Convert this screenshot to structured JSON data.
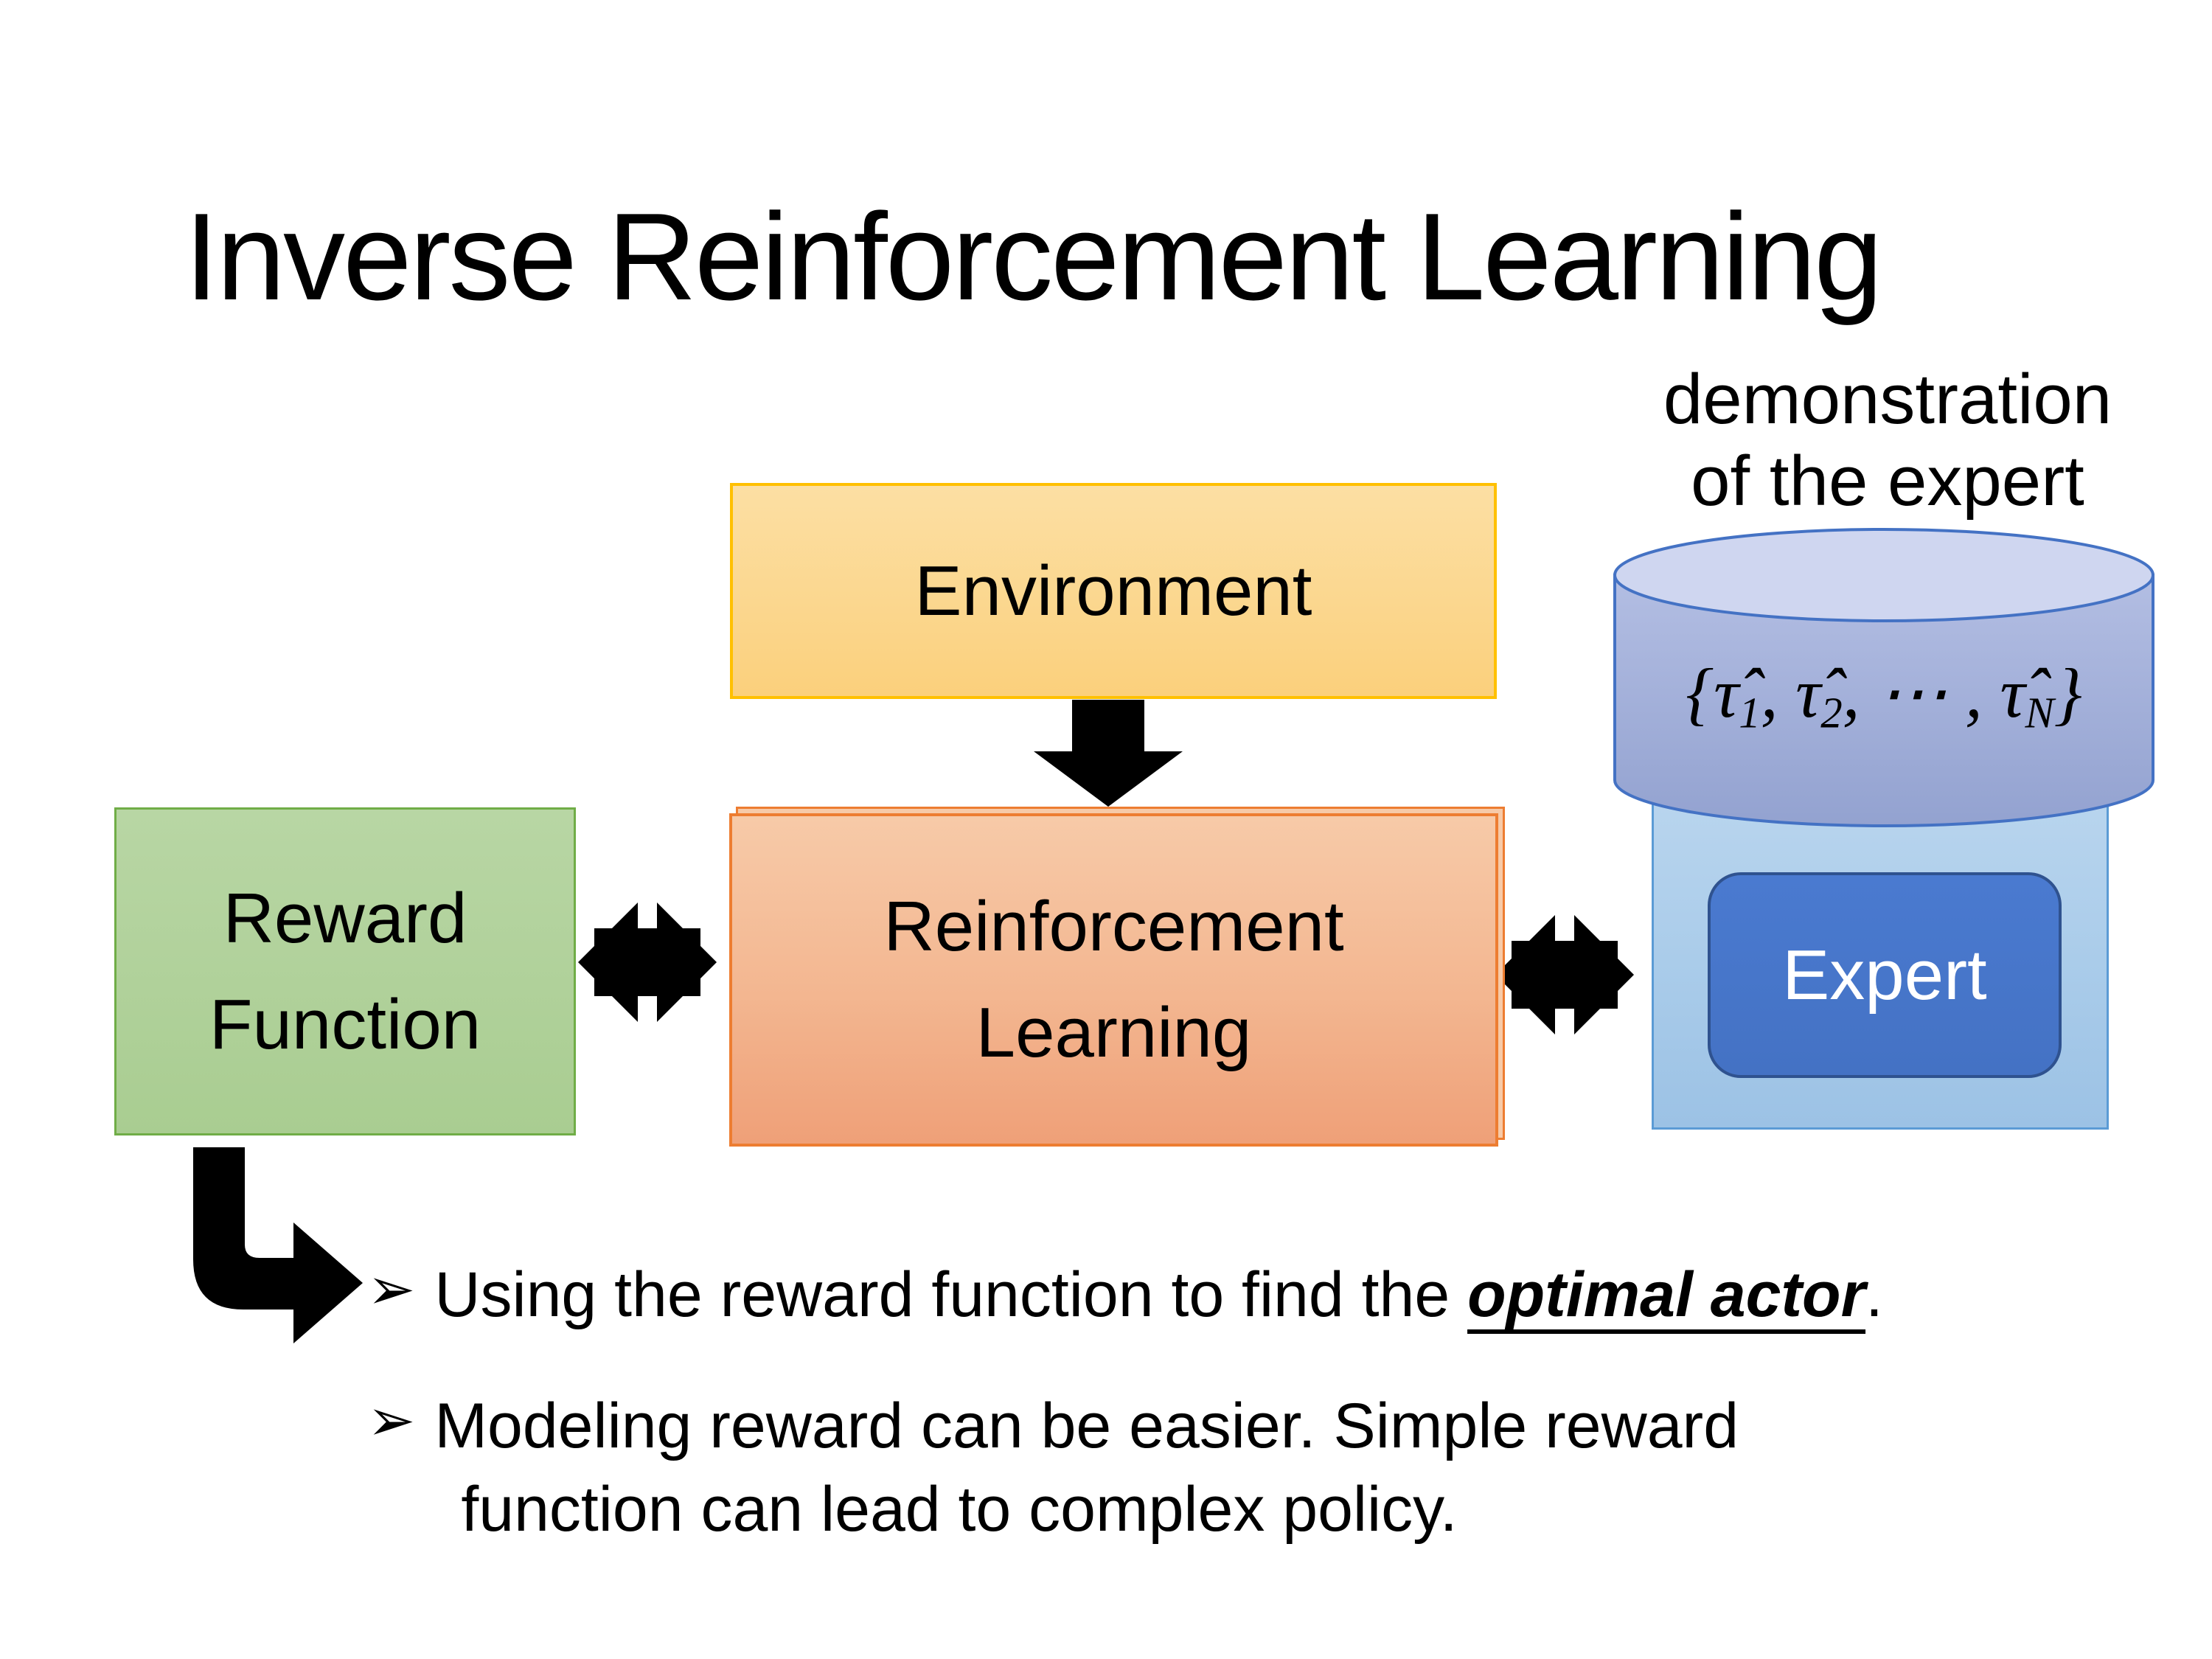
{
  "slide": {
    "title": "Inverse Reinforcement Learning"
  },
  "demo_label": {
    "line1": "demonstration",
    "line2": "of the expert"
  },
  "boxes": {
    "environment": "Environment",
    "rl_line1": "Reinforcement",
    "rl_line2": "Learning",
    "reward_line1": "Reward",
    "reward_line2": "Function",
    "expert": "Expert"
  },
  "formula": {
    "p1": "{τ̂",
    "sub1": "1",
    "p2": ", τ̂",
    "sub2": "2",
    "p3": ", ⋯ , τ̂",
    "subN": "N",
    "p4": "}"
  },
  "bullets": {
    "marker": "➢",
    "item1": {
      "prefix": "Using the reward function to find the ",
      "emphasis": "optimal actor",
      "suffix": "."
    },
    "item2": {
      "line1": "Modeling reward can be easier. Simple reward",
      "line2": "function can lead to complex policy."
    }
  },
  "icons": {
    "down_arrow": "thick black block arrow pointing down",
    "double_collision_arrow_left": "black star-burst double arrow between Reward Function and Reinforcement Learning",
    "double_collision_arrow_right": "black star-burst double arrow between Reinforcement Learning and Expert",
    "bent_arrow": "black elbow arrow from Reward Function down to bullet list",
    "database_cylinder": "blue cylinder holding expert demonstrations"
  },
  "colors": {
    "background": "#ffffff",
    "text": "#000000",
    "environment_fill_top": "#fcdfa3",
    "environment_fill_bottom": "#fbd07c",
    "environment_border": "#ffc000",
    "rl_fill_top": "#f7caa8",
    "rl_fill_bottom": "#efa078",
    "rl_border": "#ed7d31",
    "reward_fill_top": "#b8d6a4",
    "reward_fill_bottom": "#a9cd91",
    "reward_border": "#70ad47",
    "panel_fill_top": "#b9d5ee",
    "panel_fill_bottom": "#9cc2e5",
    "panel_border": "#5b9bd5",
    "cylinder_fill_top": "#b3bee3",
    "cylinder_fill_bottom": "#93a2d0",
    "cylinder_cap_fill": "#cfd6f0",
    "cylinder_border": "#4472c4",
    "expert_fill": "#4472c4",
    "expert_border": "#2f528f",
    "expert_text": "#ffffff",
    "arrow_black": "#000000"
  }
}
